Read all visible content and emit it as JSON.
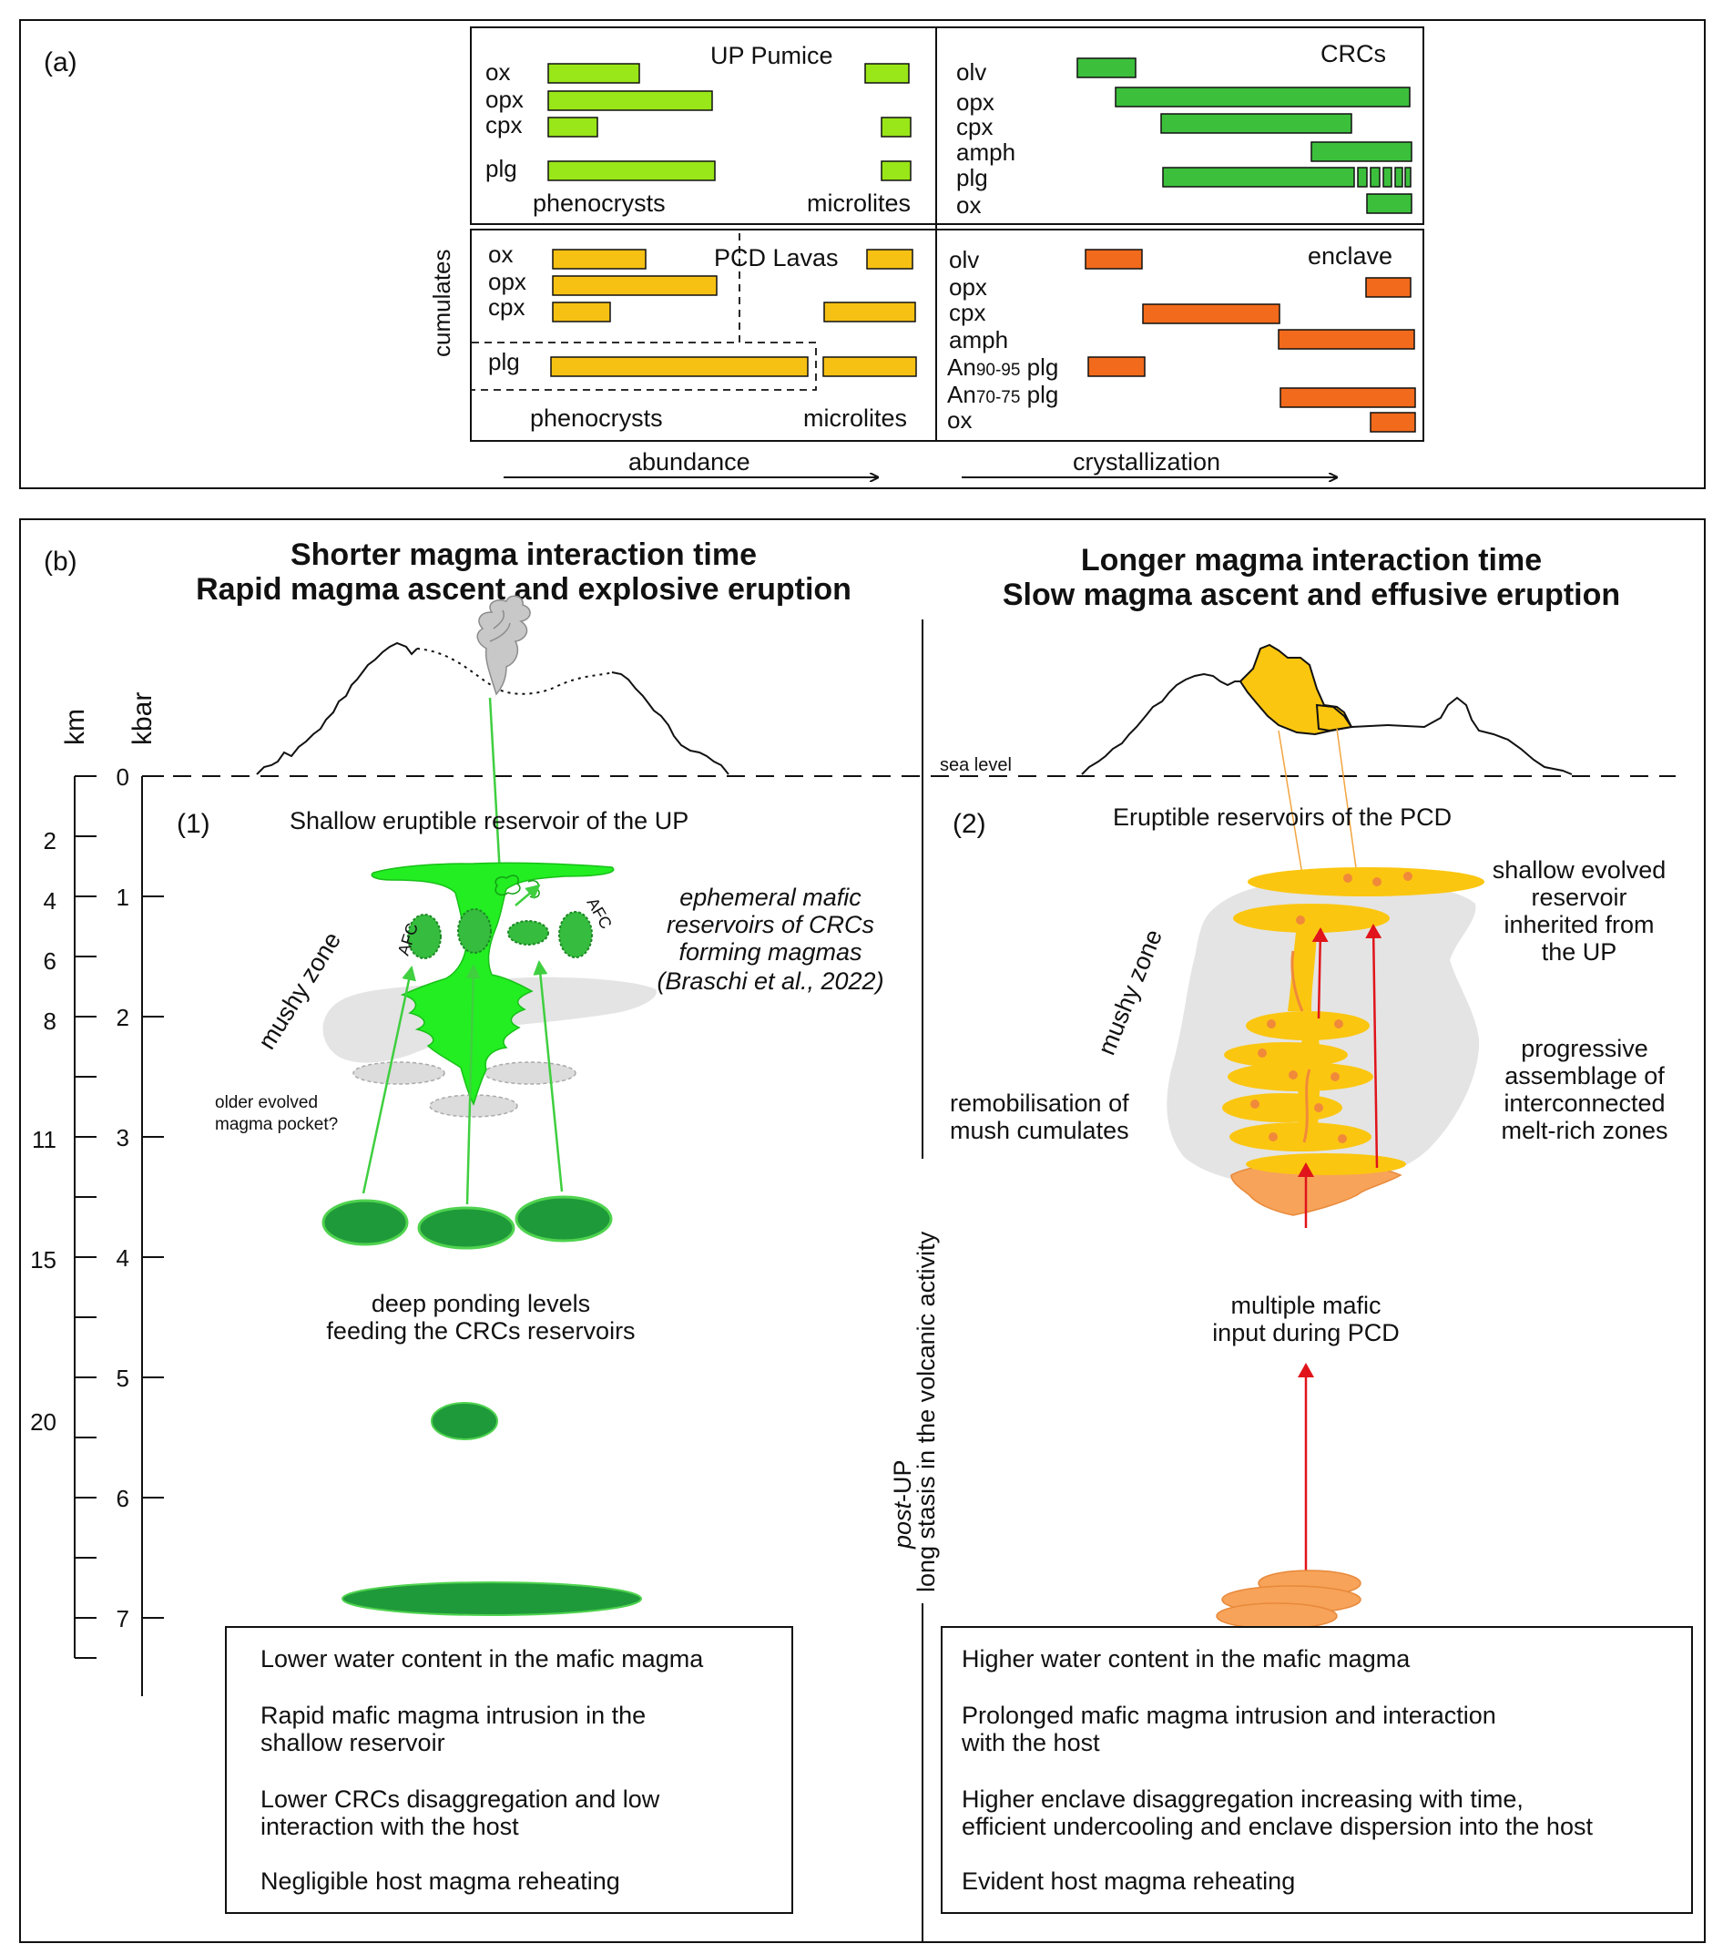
{
  "panel_a": {
    "label": "(a)",
    "cumulates_label": "cumulates",
    "abundance_label": "abundance",
    "crystallization_label": "crystallization",
    "up_pumice": {
      "title": "UP Pumice",
      "color": "#99e619",
      "rows": [
        "ox",
        "opx",
        "cpx",
        "plg"
      ],
      "phenocrysts_label": "phenocrysts",
      "microlites_label": "microlites"
    },
    "crcs": {
      "title": "CRCs",
      "color": "#3cc03c",
      "rows": [
        "olv",
        "opx",
        "cpx",
        "amph",
        "plg",
        "ox"
      ]
    },
    "pcd_lavas": {
      "title": "PCD Lavas",
      "color": "#f7c114",
      "rows": [
        "ox",
        "opx",
        "cpx",
        "plg"
      ],
      "phenocrysts_label": "phenocrysts",
      "microlites_label": "microlites"
    },
    "enclave": {
      "title": "enclave",
      "color": "#f26a1b",
      "rows": [
        "olv",
        "opx",
        "cpx",
        "amph"
      ],
      "an1_prefix": "An",
      "an1_sub": "90-95",
      "an1_suffix": " plg",
      "an2_prefix": "An",
      "an2_sub": "70-75",
      "an2_suffix": " plg",
      "last_row": "ox"
    }
  },
  "panel_b": {
    "label": "(b)",
    "left_title_1": "Shorter magma interaction time",
    "left_title_2": "Rapid magma ascent and explosive eruption",
    "right_title_1": "Longer magma interaction time",
    "right_title_2": "Slow magma ascent and effusive eruption",
    "km_label": "km",
    "kbar_label": "kbar",
    "km_ticks": [
      "2",
      "4",
      "6",
      "8",
      "11",
      "15",
      "20"
    ],
    "kbar_ticks": [
      "0",
      "1",
      "2",
      "3",
      "4",
      "5",
      "6",
      "7"
    ],
    "sea_level": "sea level",
    "left": {
      "number": "(1)",
      "reservoir_title": "Shallow eruptible reservoir of the UP",
      "mushy_zone": "mushy zone",
      "afc": "AFC",
      "ephemeral_1": "ephemeral mafic",
      "ephemeral_2": "reservoirs of CRCs",
      "ephemeral_3": "forming magmas",
      "ephemeral_4": "(Braschi et al., 2022)",
      "older_1": "older evolved",
      "older_2": "magma pocket?",
      "deep_1": "deep ponding levels",
      "deep_2": "feeding the CRCs reservoirs",
      "box_lines": [
        "Lower water content in the mafic magma",
        "Rapid mafic magma intrusion in the",
        "shallow reservoir",
        "Lower CRCs disaggregation and low",
        "interaction with the host",
        "Negligible host magma reheating"
      ]
    },
    "middle": {
      "post": "post",
      "up": "-UP",
      "stasis": "long stasis in the volcanic activity"
    },
    "right": {
      "number": "(2)",
      "reservoir_title": "Eruptible reservoirs of the PCD",
      "mushy_zone": "mushy zone",
      "shallow_1": "shallow evolved",
      "shallow_2": "reservoir",
      "shallow_3": "inherited from",
      "shallow_4": "the UP",
      "progressive_1": "progressive",
      "progressive_2": "assemblage of",
      "progressive_3": "interconnected",
      "progressive_4": "melt-rich zones",
      "remob_1": "remobilisation of",
      "remob_2": "mush cumulates",
      "multiple_1": "multiple mafic",
      "multiple_2": "input during PCD",
      "box_lines": [
        "Higher water content in the mafic magma",
        "Prolonged mafic magma intrusion and interaction",
        "with the host",
        "Higher enclave disaggregation increasing with time,",
        "efficient undercooling and enclave dispersion into the host",
        "Evident host magma reheating"
      ]
    },
    "colors": {
      "up_green": "#22ee22",
      "crc_green": "#1f9a3a",
      "pcd_yellow": "#fbc610",
      "enclave_orange": "#f7a35a",
      "mush_grey": "#e4e4e4",
      "arrow_red": "#e0141a"
    }
  }
}
